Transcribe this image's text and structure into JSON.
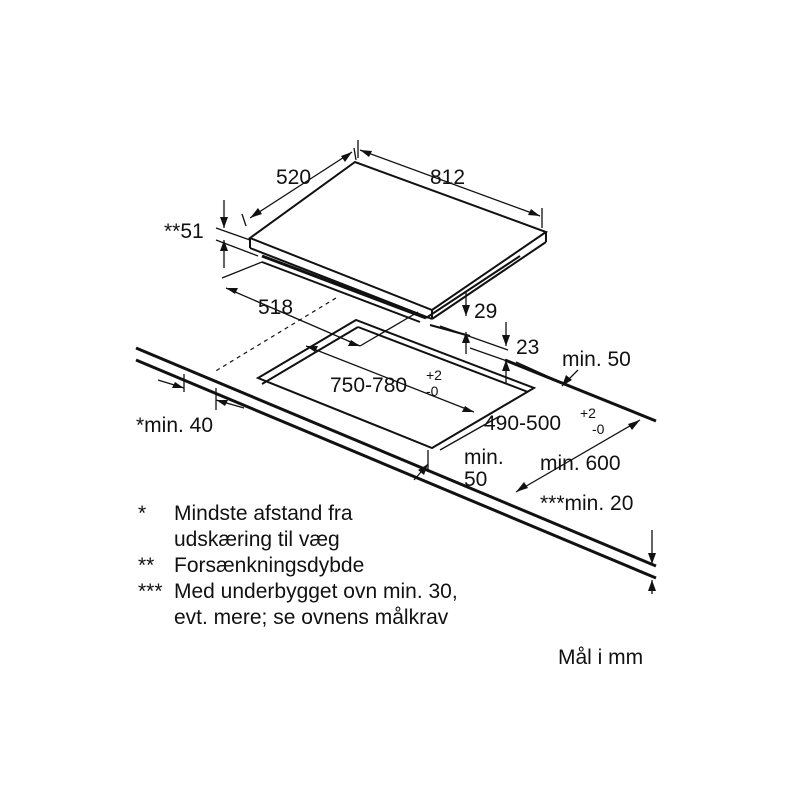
{
  "diagram": {
    "hob_depth_label": "520",
    "hob_width_label": "812",
    "recess_depth_label": "**51",
    "cutout_offset_label": "518",
    "hob_height_label": "29",
    "worktop_gap_label": "23",
    "rear_wall_clearance_label": "min. 50",
    "cutout_width_label": "750-780",
    "cutout_width_tol_plus": "+2",
    "cutout_width_tol_minus": "-0",
    "cutout_depth_label": "490-500",
    "cutout_depth_tol_plus": "+2",
    "cutout_depth_tol_minus": "-0",
    "side_wall_clearance_label": "*min. 40",
    "front_clearance_line1": "min.",
    "front_clearance_line2": "50",
    "worktop_depth_label": "min. 600",
    "worktop_thickness_label": "***min. 20"
  },
  "legend": [
    {
      "mark": "*",
      "lines": [
        "Mindste afstand fra",
        "udskæring til væg"
      ]
    },
    {
      "mark": "**",
      "lines": [
        "Forsænkningsdybde"
      ]
    },
    {
      "mark": "***",
      "lines": [
        "Med underbygget ovn min. 30,",
        "evt. mere; se ovnens målkrav"
      ]
    }
  ],
  "units_note": "Mål i mm"
}
